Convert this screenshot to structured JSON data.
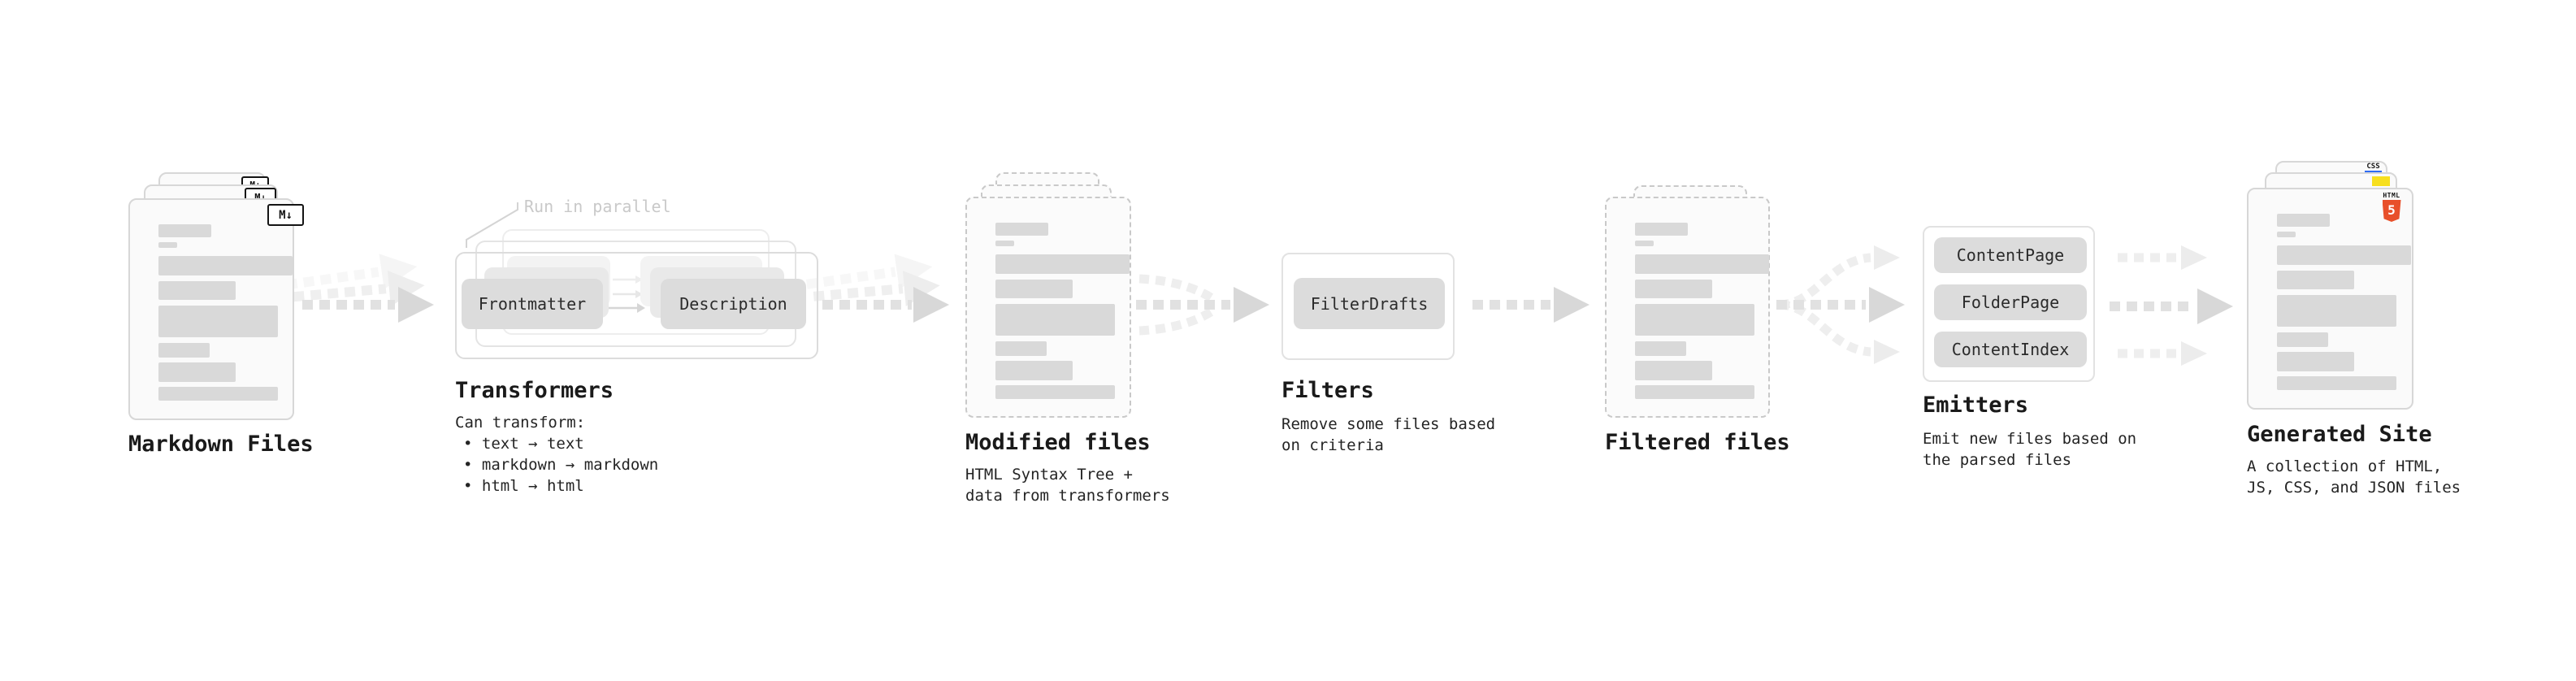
{
  "diagram": {
    "stages": [
      {
        "id": "markdown-files",
        "label": "Markdown Files",
        "badge": "M↓"
      },
      {
        "id": "transformers",
        "label": "Transformers",
        "annotation": "Run in parallel",
        "nodes": [
          "Frontmatter",
          "Description"
        ],
        "description_lines": [
          "Can transform:",
          "• text → text",
          "• markdown → markdown",
          "• html → html"
        ]
      },
      {
        "id": "modified-files",
        "label": "Modified files",
        "description_lines": [
          "HTML Syntax Tree +",
          "data from transformers"
        ]
      },
      {
        "id": "filters",
        "label": "Filters",
        "nodes": [
          "FilterDrafts"
        ],
        "description_lines": [
          "Remove some files based",
          "on criteria"
        ]
      },
      {
        "id": "filtered-files",
        "label": "Filtered files"
      },
      {
        "id": "emitters",
        "label": "Emitters",
        "nodes": [
          "ContentPage",
          "FolderPage",
          "ContentIndex"
        ],
        "description_lines": [
          "Emit new files based on",
          "the parsed files"
        ]
      },
      {
        "id": "generated-site",
        "label": "Generated Site",
        "badges": {
          "html_label": "HTML",
          "html_number": "5",
          "css_label": "CSS"
        },
        "description_lines": [
          "A collection of HTML,",
          "JS, CSS, and JSON files"
        ]
      }
    ],
    "colors": {
      "background": "#ffffff",
      "card_fill": "#fafafa",
      "card_border": "#d7d7d7",
      "dashed_border": "#c9c9c9",
      "placeholder_bar": "#d9d9d9",
      "node_fill": "#dcdcdc",
      "node_text": "#2b2b2b",
      "heading_text": "#1a1a1a",
      "annotation_text": "#c9c9c9",
      "arrow_gray": "#d8d8d8",
      "arrow_light": "#ececec",
      "html5_orange": "#e8502a",
      "js_yellow": "#f7df1e",
      "css_blue": "#2e6bf2"
    }
  }
}
